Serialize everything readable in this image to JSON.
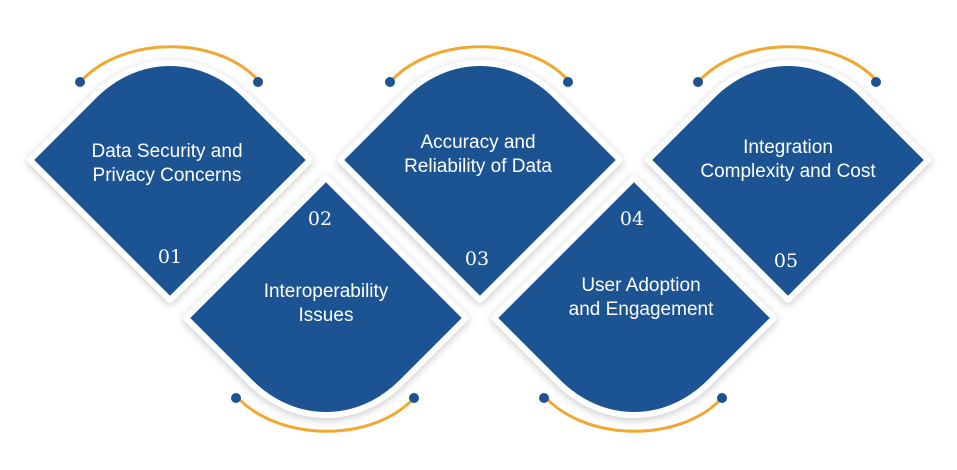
{
  "colors": {
    "shape_fill": "#1d5392",
    "shape_border": "#ffffff",
    "arc": "#f0a830",
    "dot": "#1d5392"
  },
  "items": [
    {
      "number": "01",
      "label": "Data Security and\nPrivacy Concerns"
    },
    {
      "number": "02",
      "label": "Interoperability\nIssues"
    },
    {
      "number": "03",
      "label": "Accuracy and\nReliability of Data"
    },
    {
      "number": "04",
      "label": "User Adoption\nand Engagement"
    },
    {
      "number": "05",
      "label": "Integration\nComplexity and Cost"
    }
  ]
}
